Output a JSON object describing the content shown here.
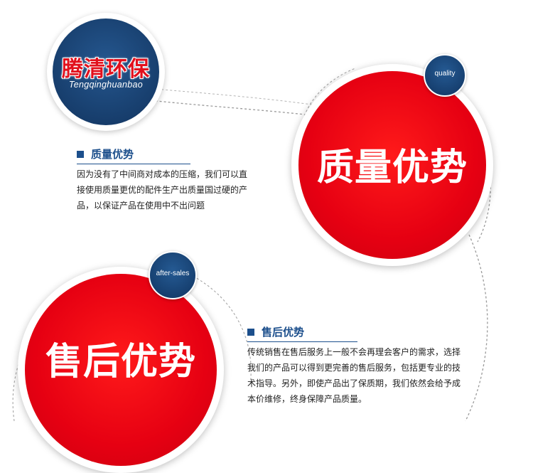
{
  "logo": {
    "name_cn": "腾清环保",
    "name_en": "Tengqinghuanbao"
  },
  "quality": {
    "tag": "quality",
    "circle_title": "质量优势",
    "heading": "质量优势",
    "body": "因为没有了中间商对成本的压缩，我们可以直接使用质量更优的配件生产出质量国过硬的产品，以保证产品在使用中不出问题"
  },
  "after_sales": {
    "tag": "after-sales",
    "circle_title": "售后优势",
    "heading": "售后优势",
    "body": "传统销售在售后服务上一般不会再理会客户的需求，选择我们的产品可以得到更完善的售后服务，包括更专业的技术指导。另外，即使产品出了保质期，我们依然会给予成本价维修，终身保障产品质量。"
  },
  "colors": {
    "accent_red": "#e60012",
    "brand_blue": "#1c4f8c",
    "text": "#222222"
  }
}
